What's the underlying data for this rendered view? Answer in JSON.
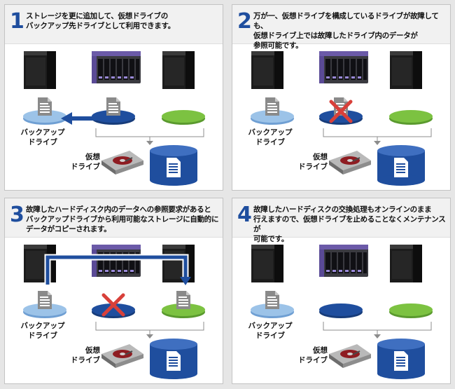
{
  "colors": {
    "accent": "#1f4e9e",
    "disk_backup": "#9cc3e8",
    "disk_active": "#1f4e9e",
    "disk_green": "#7cc241",
    "arrow": "#1f4e9e",
    "cross": "#d8403a"
  },
  "panels": [
    {
      "number": "1",
      "caption": "ストレージを更に追加して、仮想ドライブの\nバックアップ先ドライブとして利用できます。",
      "backup_label": "バックアップ\nドライブ",
      "virtual_label": "仮想\nドライブ",
      "icons": [
        "tower-server-icon",
        "nas-icon",
        "document-icon",
        "hard-disk-icon",
        "database-icon",
        "arrow-icon"
      ]
    },
    {
      "number": "2",
      "caption": "万が一、仮想ドライブを構成しているドライブが故障しても、\n仮想ドライブ上では故障したドライブ内のデータが\n参照可能です。",
      "backup_label": "バックアップ\nドライブ",
      "virtual_label": "仮想\nドライブ",
      "icons": [
        "tower-server-icon",
        "nas-icon",
        "document-icon",
        "cross-icon",
        "hard-disk-icon",
        "database-icon"
      ]
    },
    {
      "number": "3",
      "caption": "故障したハードディスク内のデータへの参照要求があると\nバックアップドライブから利用可能なストレージに自動的に\nデータがコピーされます。",
      "backup_label": "バックアップ\nドライブ",
      "virtual_label": "仮想\nドライブ",
      "icons": [
        "tower-server-icon",
        "nas-icon",
        "document-icon",
        "cross-icon",
        "hard-disk-icon",
        "database-icon",
        "arrow-icon"
      ]
    },
    {
      "number": "4",
      "caption": "故障したハードディスクの交換処理もオンラインのまま\n行えますので、仮想ドライブを止めることなくメンテナンスが\n可能です。",
      "backup_label": "バックアップ\nドライブ",
      "virtual_label": "仮想\nドライブ",
      "icons": [
        "tower-server-icon",
        "nas-icon",
        "document-icon",
        "hard-disk-icon",
        "database-icon"
      ]
    }
  ]
}
